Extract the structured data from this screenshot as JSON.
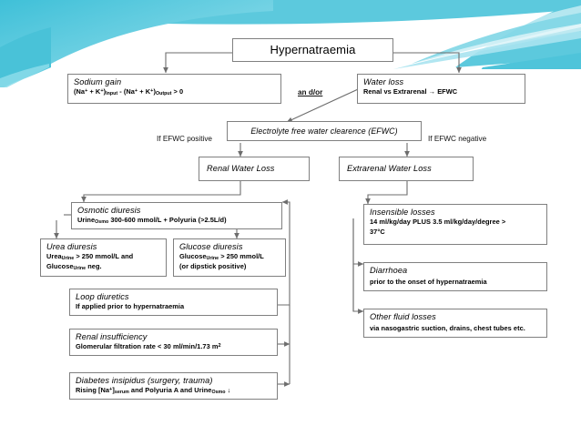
{
  "slide": {
    "background_color": "#ffffff",
    "accent_color": "#5bc8dc",
    "decor": [
      "top-left-cyan-band",
      "top-right-ribbon-swoosh"
    ]
  },
  "diagram": {
    "type": "flowchart",
    "title": "Hypernatraemia diagnostic algorithm",
    "nodes": [
      {
        "id": "hypernatraemia",
        "title": "Hypernatraemia",
        "lines": []
      },
      {
        "id": "sodium-gain",
        "title": "Sodium gain",
        "lines": [
          "(Na+ + K+)input  - (Na+ + K+)output > 0"
        ]
      },
      {
        "id": "water-loss",
        "title": "Water loss",
        "lines": [
          "Renal vs Extrarenal → EFWC"
        ]
      },
      {
        "id": "efwc",
        "title": "Electrolyte free water clearence (EFWC)",
        "lines": []
      },
      {
        "id": "renal-water-loss",
        "title": "Renal Water Loss",
        "lines": []
      },
      {
        "id": "extrarenal-water-loss",
        "title": "Extrarenal Water Loss",
        "lines": []
      },
      {
        "id": "osmotic-diuresis",
        "title": "Osmotic diuresis",
        "lines": [
          "UrineOsmo 300-600 mmol/L + Polyuria (>2.5L/d)"
        ]
      },
      {
        "id": "urea-diuresis",
        "title": "Urea diuresis",
        "lines": [
          "UreaUrine > 250 mmol/L and",
          "GlucoseUrine neg."
        ]
      },
      {
        "id": "glucose-diuresis",
        "title": "Glucose diuresis",
        "lines": [
          "GlucoseUrine > 250 mmol/L",
          "(or dipstick positive)"
        ]
      },
      {
        "id": "loop-diuretics",
        "title": "Loop diuretics",
        "lines": [
          "If applied prior to hypernatraemia"
        ]
      },
      {
        "id": "renal-insufficiency",
        "title": "Renal insufficiency",
        "lines": [
          "Glomerular filtration rate < 30 ml/min/1.73 m2"
        ]
      },
      {
        "id": "diabetes-insipidus",
        "title": "Diabetes insipidus (surgery, trauma)",
        "lines": [
          "Rising [Na+]serum and Polyuria A and UrineOsmo ↓"
        ]
      },
      {
        "id": "insensible-losses",
        "title": "Insensible losses",
        "lines": [
          "14 ml/kg/day PLUS 3.5 ml/kg/day/degree >",
          "37°C"
        ]
      },
      {
        "id": "diarrhoea",
        "title": "Diarrhoea",
        "lines": [
          "prior to the onset of hypernatraemia"
        ]
      },
      {
        "id": "other-fluid-losses",
        "title": "Other fluid losses",
        "lines": [
          "via nasogastric suction,  drains, chest tubes etc."
        ]
      }
    ],
    "edge_labels": [
      {
        "id": "and-or",
        "text": "an d/or"
      },
      {
        "id": "if-efwc-positive",
        "text": "If EFWC positive"
      },
      {
        "id": "if-efwc-negative",
        "text": "If EFWC negative"
      }
    ]
  }
}
